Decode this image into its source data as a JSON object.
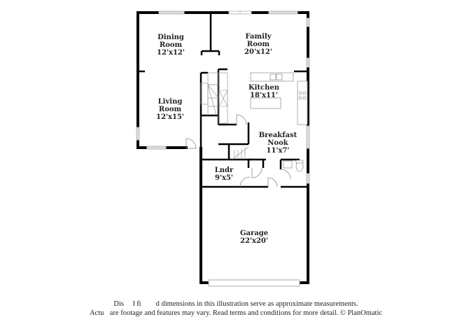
{
  "floorplan": {
    "rooms": [
      {
        "name": "Dining Room",
        "line1": "Dining",
        "line2": "Room",
        "dimensions": "12'x12'"
      },
      {
        "name": "Family Room",
        "line1": "Family",
        "line2": "Room",
        "dimensions": "20'x12'"
      },
      {
        "name": "Kitchen",
        "line1": "Kitchen",
        "line2": "",
        "dimensions": "18'x11'"
      },
      {
        "name": "Living Room",
        "line1": "Living",
        "line2": "Room",
        "dimensions": "12'x15'"
      },
      {
        "name": "Breakfast Nook",
        "line1": "Breakfast",
        "line2": "Nook",
        "dimensions": "11'x7'"
      },
      {
        "name": "Lndr",
        "line1": "Lndr",
        "line2": "",
        "dimensions": "9'x5'"
      },
      {
        "name": "Garage",
        "line1": "Garage",
        "line2": "",
        "dimensions": "22'x20'"
      }
    ],
    "colors": {
      "wall": "#000000",
      "window": "#c8c8c8",
      "fixture": "#888888",
      "background": "#ffffff"
    }
  },
  "disclaimer": {
    "line1": "Dis      I fi          d dimensions in this illustration serve as approximate measurements.",
    "line2": "Actu    are footage and features may vary. Read terms and conditions for more detail. © PlanOmatic"
  }
}
